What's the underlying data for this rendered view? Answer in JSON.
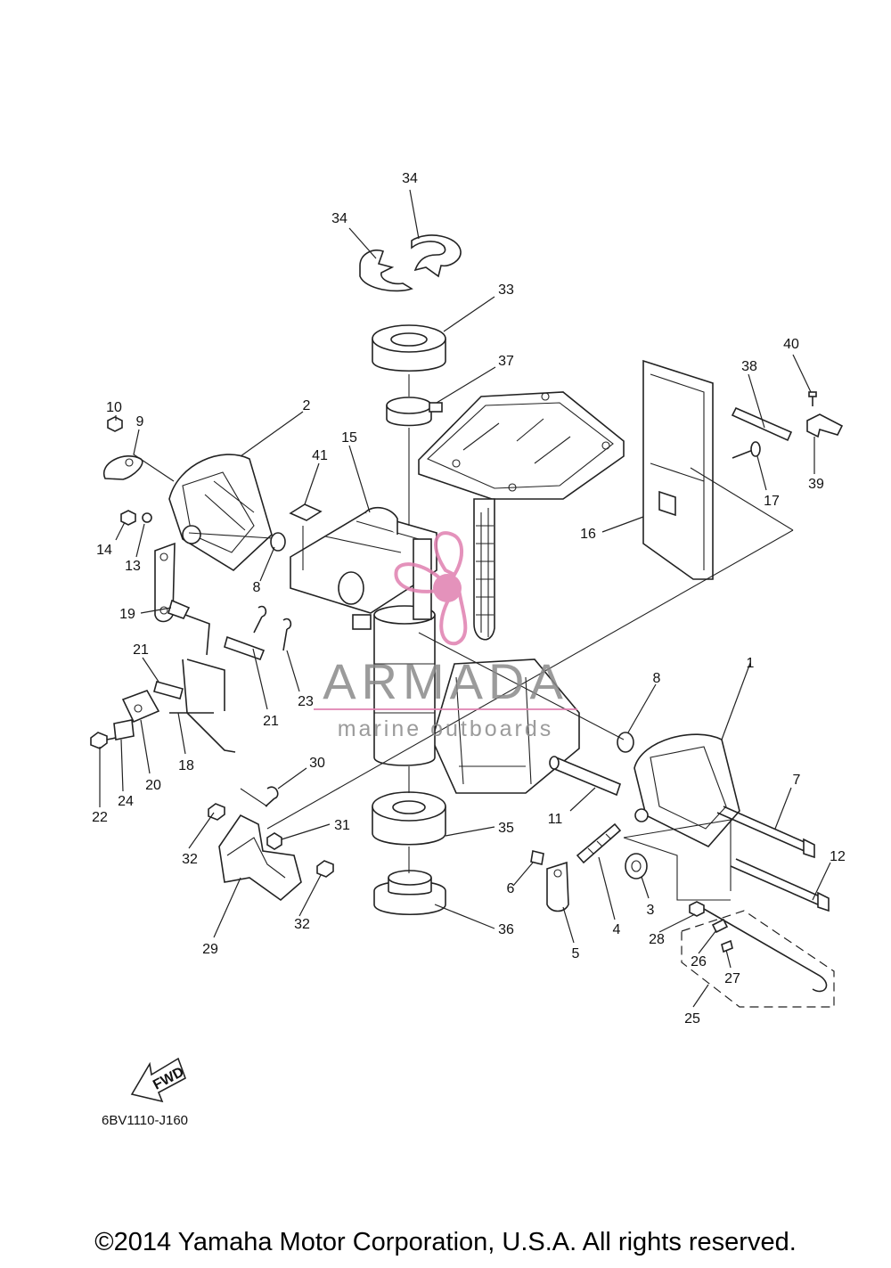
{
  "diagram": {
    "callouts": [
      {
        "label": "34"
      },
      {
        "label": "34"
      },
      {
        "label": "33"
      },
      {
        "label": "37"
      },
      {
        "label": "10"
      },
      {
        "label": "9"
      },
      {
        "label": "2"
      },
      {
        "label": "15"
      },
      {
        "label": "41"
      },
      {
        "label": "14"
      },
      {
        "label": "13"
      },
      {
        "label": "8"
      },
      {
        "label": "19"
      },
      {
        "label": "21"
      },
      {
        "label": "21"
      },
      {
        "label": "23"
      },
      {
        "label": "20"
      },
      {
        "label": "18"
      },
      {
        "label": "22"
      },
      {
        "label": "24"
      },
      {
        "label": "30"
      },
      {
        "label": "31"
      },
      {
        "label": "32"
      },
      {
        "label": "32"
      },
      {
        "label": "29"
      },
      {
        "label": "35"
      },
      {
        "label": "36"
      },
      {
        "label": "38"
      },
      {
        "label": "40"
      },
      {
        "label": "39"
      },
      {
        "label": "17"
      },
      {
        "label": "16"
      },
      {
        "label": "1"
      },
      {
        "label": "8"
      },
      {
        "label": "7"
      },
      {
        "label": "12"
      },
      {
        "label": "11"
      },
      {
        "label": "6"
      },
      {
        "label": "4"
      },
      {
        "label": "5"
      },
      {
        "label": "3"
      },
      {
        "label": "28"
      },
      {
        "label": "26"
      },
      {
        "label": "27"
      },
      {
        "label": "25"
      }
    ],
    "fwd_label": "FWD",
    "diagram_code": "6BV1110-J160"
  },
  "watermark": {
    "name": "ARMADA",
    "tagline": "marine outboards",
    "color_pink": "#e07fb0",
    "color_gray": "#8a8a8a"
  },
  "copyright": "©2014 Yamaha Motor Corporation, U.S.A. All rights reserved."
}
